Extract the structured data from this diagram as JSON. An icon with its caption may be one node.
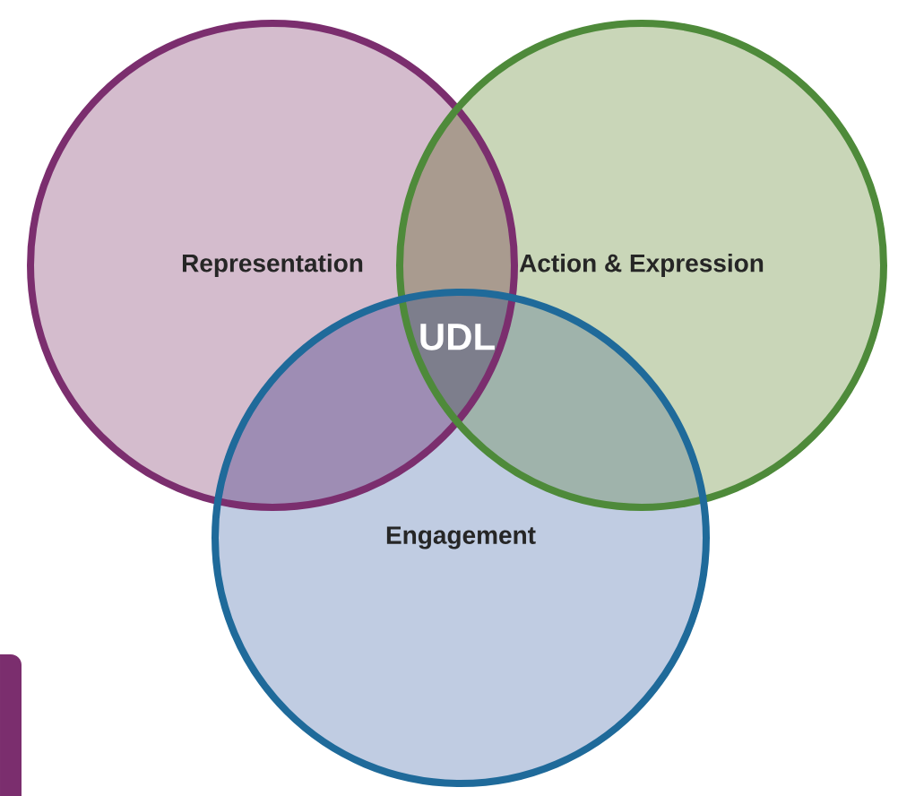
{
  "diagram": {
    "nodes": [
      {
        "text": [
          "Representation"
        ]
      },
      {
        "text": [
          "Action & Expression"
        ]
      },
      {
        "text": [
          "Engagement"
        ]
      }
    ],
    "labels": [
      "UDL"
    ]
  }
}
